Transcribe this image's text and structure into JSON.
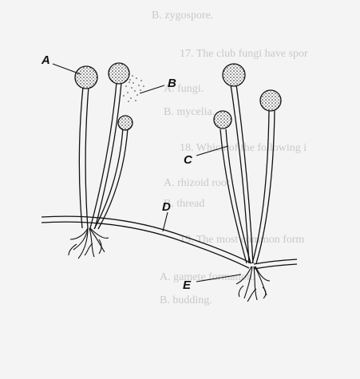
{
  "background_text": {
    "l1": "B.   zygospore.",
    "l2": "17.  The club fungi have spor",
    "l3": "A.   fungi.",
    "l4": "B.   mycelia.",
    "l5": "18.  Which of the following i",
    "l6": "A.   rhizoid root",
    "l7": "B.   thread",
    "l8": "19.  The most common form",
    "l9": "A.   gamete formation.",
    "l10": "B.   budding."
  },
  "labels": {
    "a": "A",
    "b": "B",
    "c": "C",
    "d": "D",
    "e": "E"
  },
  "colors": {
    "ink": "#111111",
    "ghost_text": "#c9c9c9",
    "paper": "#f4f4f4"
  }
}
